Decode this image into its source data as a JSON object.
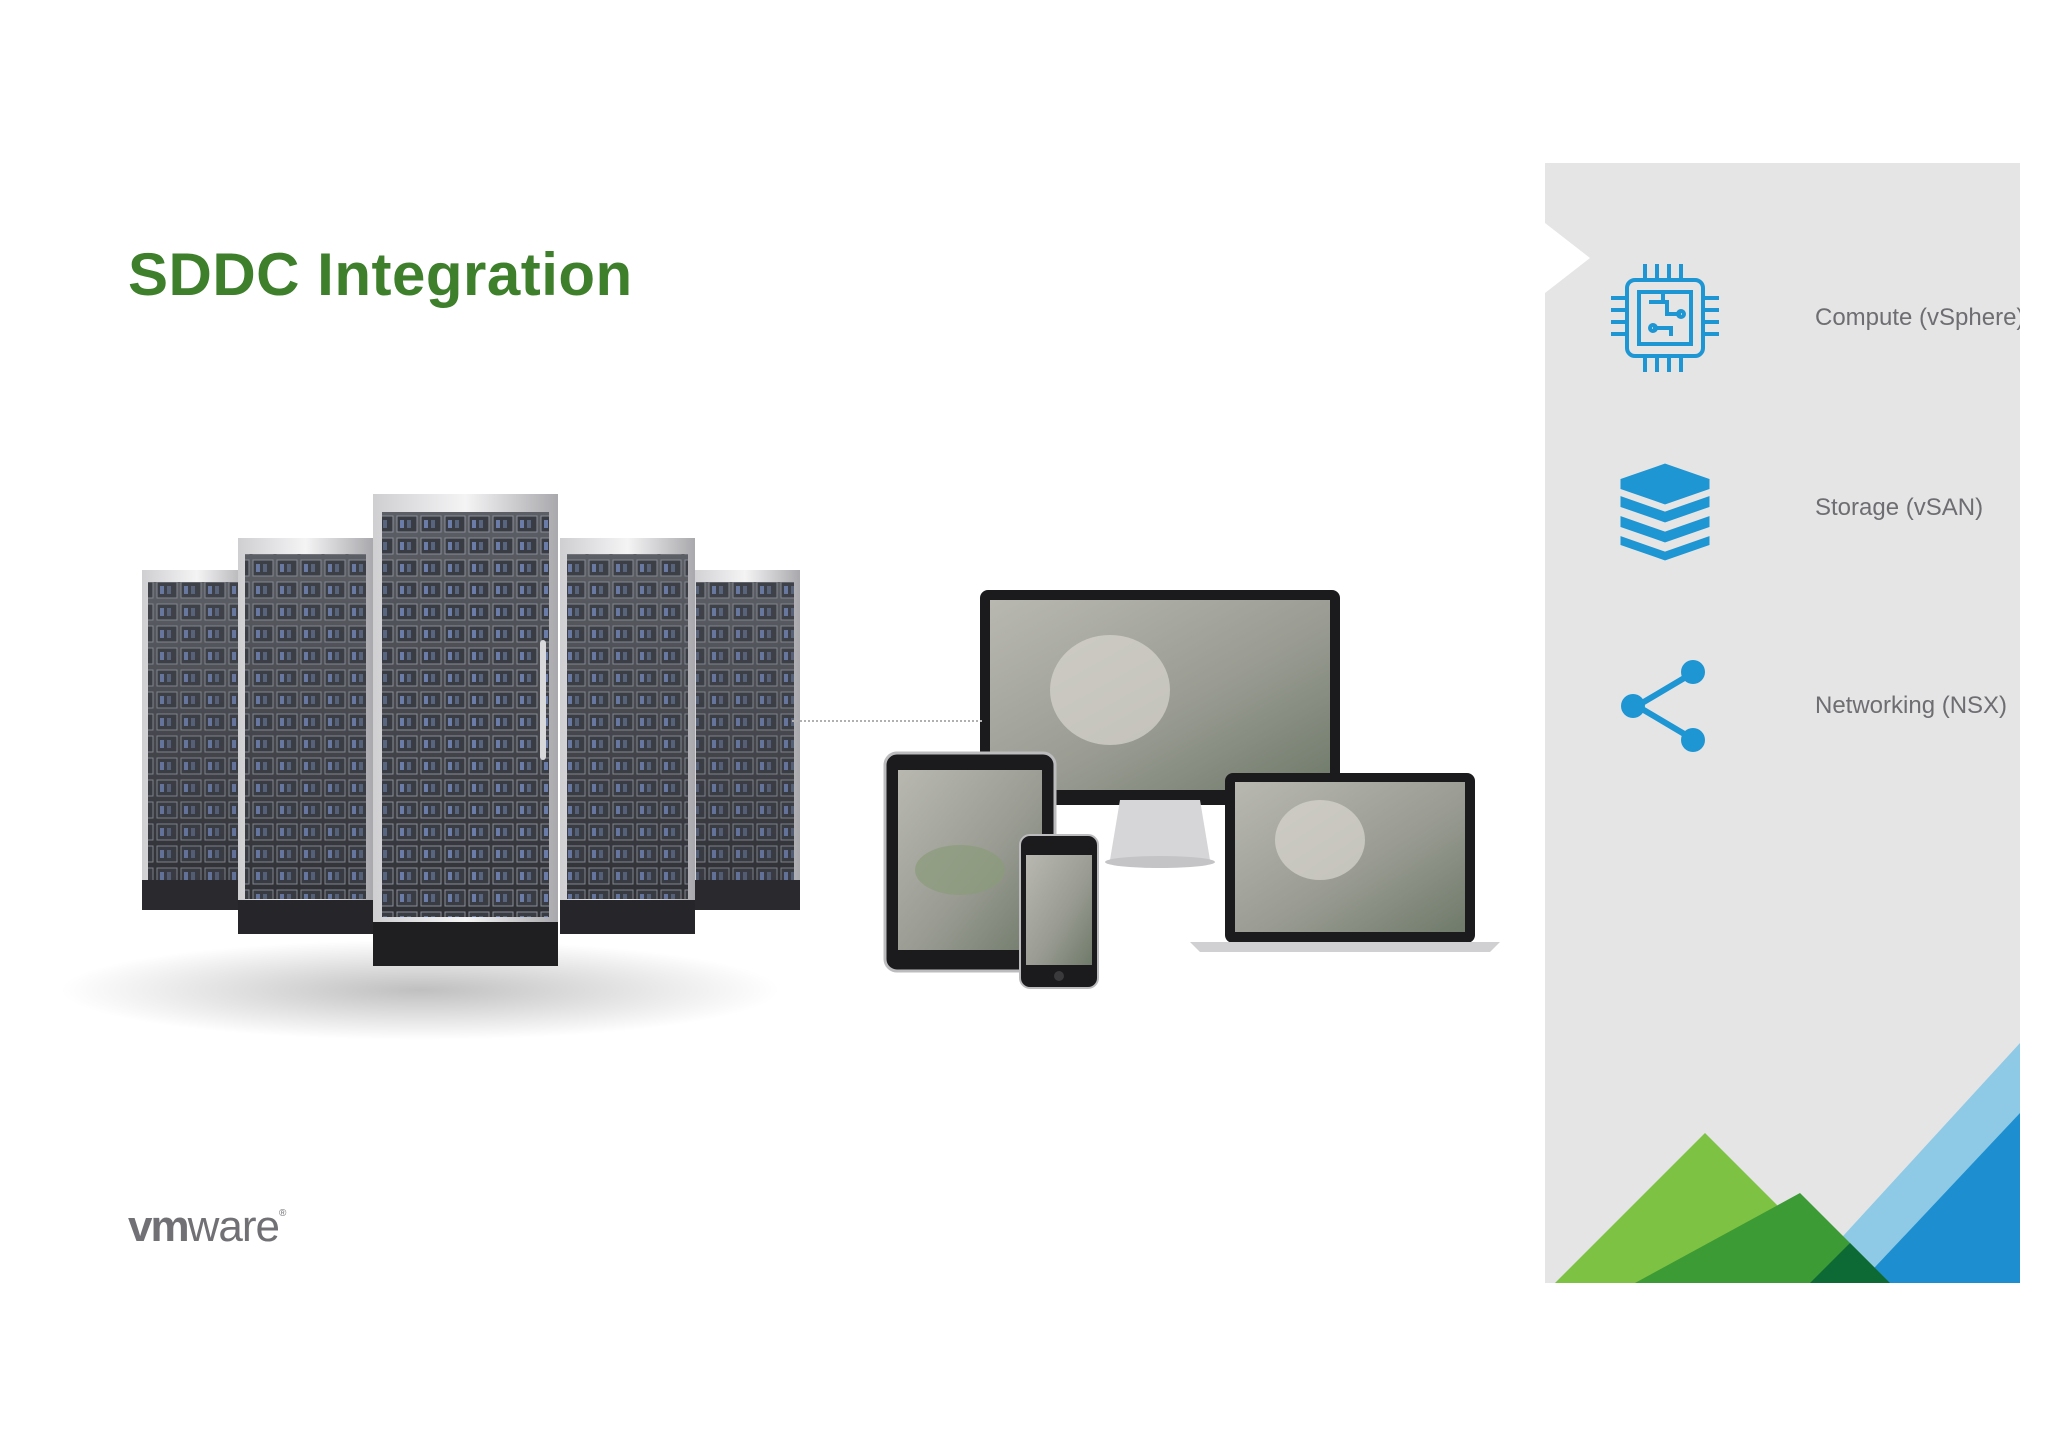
{
  "slide": {
    "title": "SDDC Integration",
    "title_color": "#3d7f2b"
  },
  "hero": {
    "servers_image": "server-racks-image",
    "devices_image": "responsive-devices-image"
  },
  "brand": {
    "logo_vm": "vm",
    "logo_ware": "ware",
    "logo_mark": "®",
    "logo_name": "vmware"
  },
  "side_panel": {
    "background": "#e5e5e6",
    "icon_color": "#1d96d3",
    "features": [
      {
        "icon": "cpu-chip-icon",
        "label": "Compute (vSphere)"
      },
      {
        "icon": "storage-stack-icon",
        "label": "Storage (vSAN)"
      },
      {
        "icon": "share-network-icon",
        "label": "Networking (NSX)"
      }
    ],
    "corner_colors": [
      "#7dc242",
      "#3d9b35",
      "#0e6a34",
      "#8ecae6",
      "#1d8fd0",
      "#0b5faa"
    ]
  }
}
